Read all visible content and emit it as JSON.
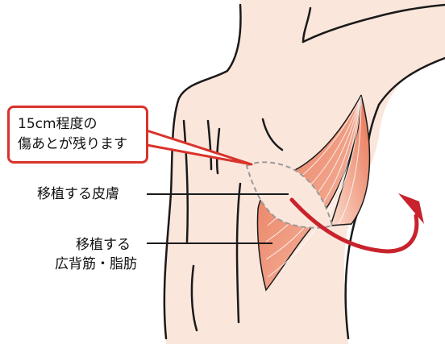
{
  "callout": {
    "line1": "15cm程度の",
    "line2": "傷あとが残ります"
  },
  "labels": {
    "skin": "移植する皮膚",
    "muscle_line1": "移植する",
    "muscle_line2": "広背筋・脂肪"
  },
  "colors": {
    "outline": "#1a1a1a",
    "skin_fill": "#fbe6dc",
    "muscle_dark": "#e8704f",
    "muscle_light": "#f7c7b4",
    "callout_red": "#d9332b",
    "arrow_red": "#c8232c",
    "dashed_gray": "#9a9a9a"
  },
  "icons": {
    "arrow": "curved-arrow-icon"
  }
}
